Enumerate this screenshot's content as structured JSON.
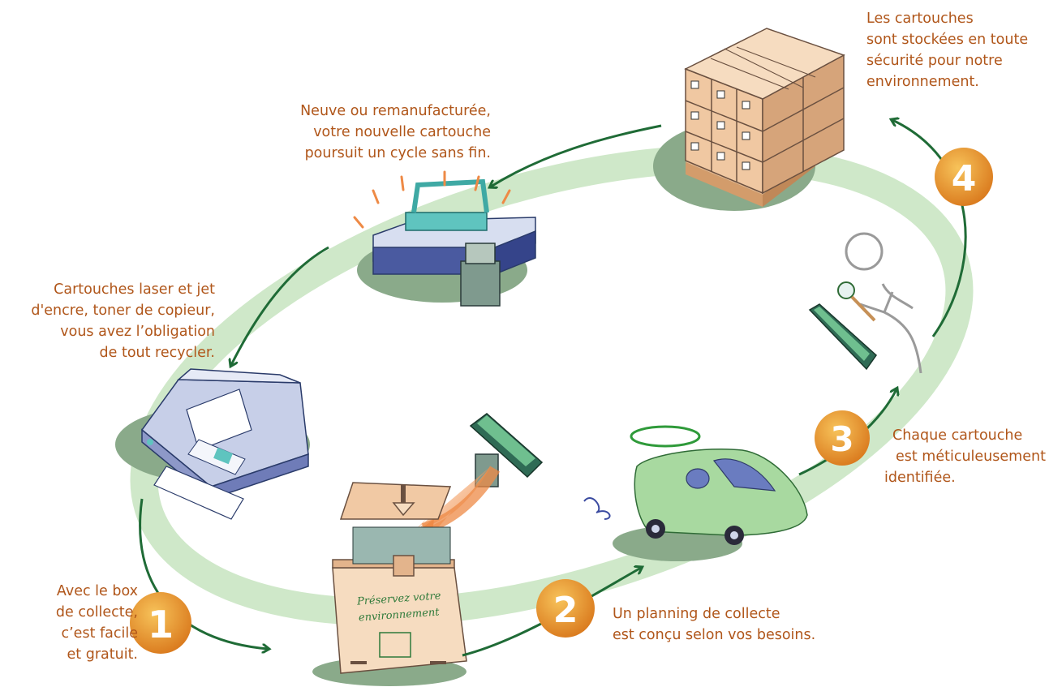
{
  "captions": {
    "step1": [
      "Avec le box",
      "de collecte,",
      "c’est facile",
      "et gratuit."
    ],
    "step2": [
      "Un planning de collecte",
      "est conçu selon vos besoins."
    ],
    "step3": [
      "Chaque cartouche",
      "est méticuleusement",
      "identifiée."
    ],
    "step4": [
      "Les cartouches",
      "sont stockées en toute",
      "sécurité pour notre",
      "environnement."
    ],
    "cycle": [
      "Neuve ou remanufacturée,",
      "votre nouvelle cartouche",
      "poursuit un cycle sans fin."
    ],
    "obligation": [
      "Cartouches laser et jet",
      "d'encre, toner de copieur,",
      "vous avez l’obligation",
      "de tout recycler."
    ]
  },
  "badges": [
    "1",
    "2",
    "3",
    "4"
  ],
  "box_label": [
    "Préservez votre",
    "environnement"
  ],
  "colors": {
    "text": "#b0561a",
    "arrow": "#1f6b36",
    "ring": "#cfe8c9",
    "shadow": "#8aaa8a",
    "badge": "#e8952a"
  },
  "icons": [
    "printer-icon",
    "collection-box-icon",
    "van-icon",
    "inspector-icon",
    "pallet-icon",
    "toner-cartridge-icon"
  ]
}
